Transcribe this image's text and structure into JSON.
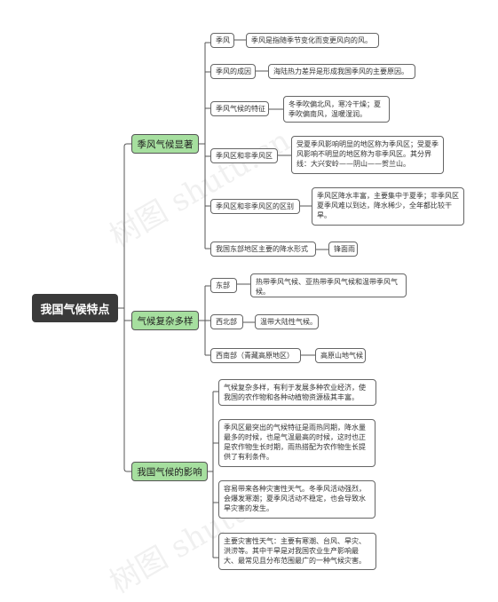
{
  "root": "我国气候特点",
  "watermark": "树图 shutu.cn",
  "branches": [
    {
      "label": "季风气候显著",
      "children": [
        {
          "label": "季风",
          "detail": "季风是指随季节变化而变更风向的风。"
        },
        {
          "label": "季风的成因",
          "detail": "海陆热力差异是形成我国季风的主要原因。"
        },
        {
          "label": "季风气候的特征",
          "detail": "冬季吹偏北风，寒冷干燥；夏季吹偏南风，温暖湿润。"
        },
        {
          "label": "季风区和非季风区",
          "detail": "受夏季风影响明显的地区称为季风区；受夏季风影响不明显的地区称为非季风区。其分界线：大兴安岭——阴山——贺兰山。"
        },
        {
          "label": "季风区和非季风区的区别",
          "detail": "季风区降水丰富，主要集中于夏季；非季风区夏季风难以到达，降水稀少，全年都比较干旱。"
        },
        {
          "label": "我国东部地区主要的降水形式",
          "detail": "锋面雨"
        }
      ]
    },
    {
      "label": "气候复杂多样",
      "children": [
        {
          "label": "东部",
          "detail": "热带季风气候、亚热带季风气候和温带季风气候。"
        },
        {
          "label": "西北部",
          "detail": "温带大陆性气候。"
        },
        {
          "label": "西南部（青藏高原地区）",
          "detail": "高原山地气候"
        }
      ]
    },
    {
      "label": "我国气候的影响",
      "children": [
        {
          "detail": "气候复杂多样，有利于发展多种农业经济，使我国的农作物和各种动植物资源极其丰富。"
        },
        {
          "detail": "季风区最突出的气候特征是雨热同期，降水量最多的时候，也是气温最高的时候，这时也正是农作物生长时期，雨热搭配为农作物生长提供了有利条件。"
        },
        {
          "detail": "容易带来各种灾害性天气。冬季风活动强烈，会爆发寒潮；夏季风活动不稳定，也会导致水旱灾害的发生。"
        },
        {
          "detail": "主要灾害性天气：主要有寒潮、台风、旱灾、洪涝等。其中干旱是对我国农业生产影响最大、最常见且分布范围最广的一种气候灾害。"
        }
      ]
    }
  ]
}
